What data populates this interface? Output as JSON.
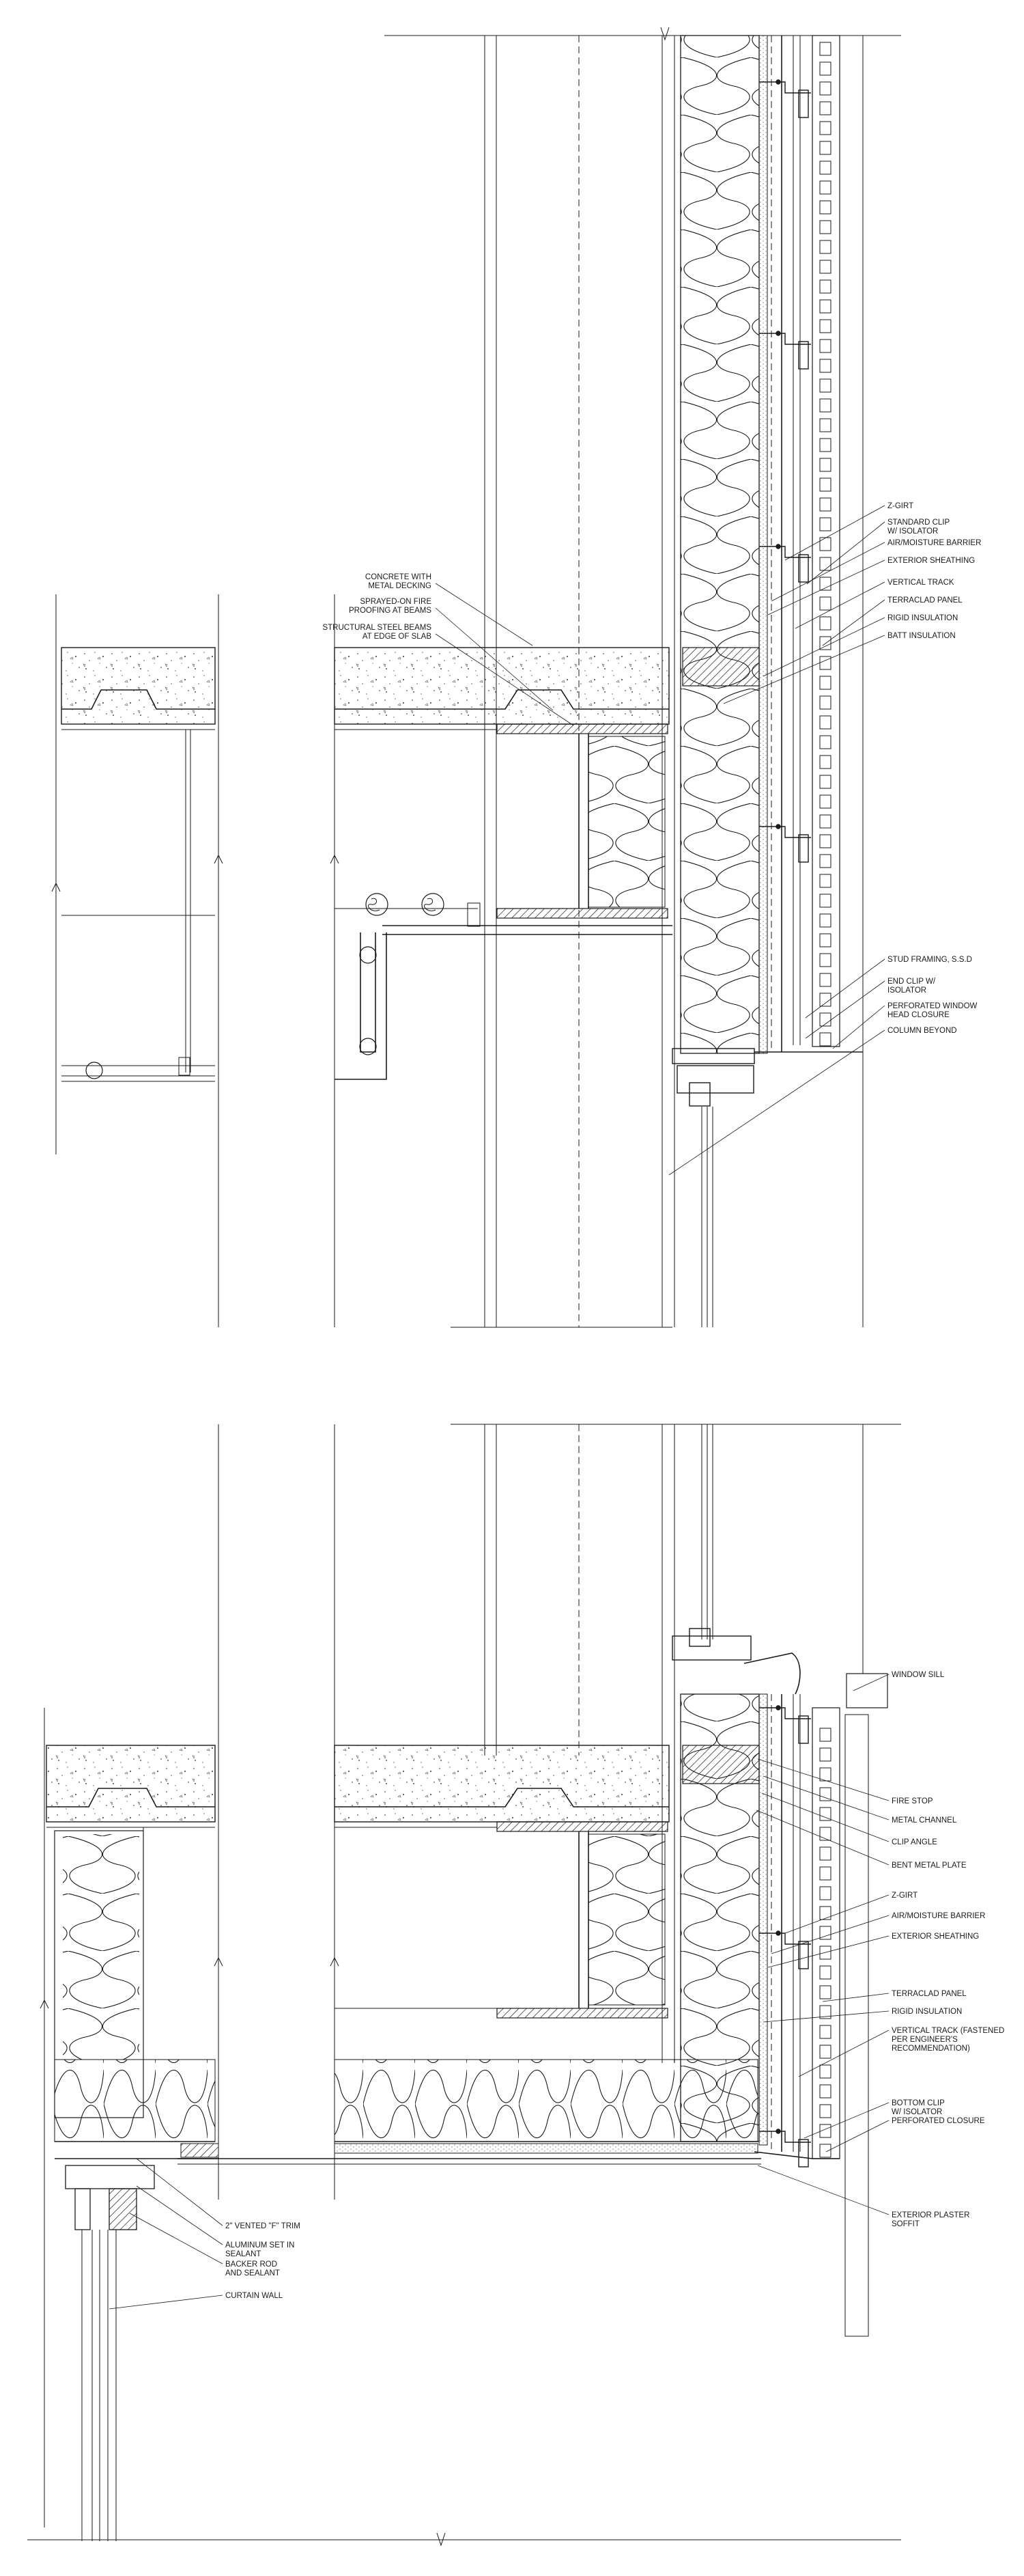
{
  "upper_detail": {
    "left_labels": [
      [
        "CONCRETE WITH",
        "METAL DECKING"
      ],
      [
        "SPRAYED-ON FIRE",
        "PROOFING AT BEAMS"
      ],
      [
        "STRUCTURAL STEEL BEAMS",
        "AT EDGE OF SLAB"
      ]
    ],
    "right_labels": [
      [
        "Z-GIRT"
      ],
      [
        "STANDARD CLIP",
        "W/ ISOLATOR"
      ],
      [
        "AIR/MOISTURE BARRIER"
      ],
      [
        "EXTERIOR SHEATHING"
      ],
      [
        "VERTICAL TRACK"
      ],
      [
        "TERRACLAD PANEL"
      ],
      [
        "RIGID INSULATION"
      ],
      [
        "BATT INSULATION"
      ],
      [
        "STUD FRAMING, S.S.D"
      ],
      [
        "END CLIP W/",
        "ISOLATOR"
      ],
      [
        "PERFORATED WINDOW",
        "HEAD CLOSURE"
      ],
      [
        "COLUMN BEYOND"
      ]
    ]
  },
  "lower_detail": {
    "right_labels": [
      [
        "WINDOW SILL"
      ],
      [
        "FIRE STOP"
      ],
      [
        "METAL CHANNEL"
      ],
      [
        "CLIP ANGLE"
      ],
      [
        "BENT METAL PLATE"
      ],
      [
        "Z-GIRT"
      ],
      [
        "AIR/MOISTURE BARRIER"
      ],
      [
        "EXTERIOR SHEATHING"
      ],
      [
        "TERRACLAD PANEL"
      ],
      [
        "RIGID INSULATION"
      ],
      [
        "VERTICAL TRACK (FASTENED",
        "PER ENGINEER'S",
        "RECOMMENDATION)"
      ],
      [
        "BOTTOM CLIP",
        "W/ ISOLATOR"
      ],
      [
        "PERFORATED CLOSURE"
      ],
      [
        "EXTERIOR PLASTER",
        "SOFFIT"
      ]
    ],
    "left_labels": [
      [
        "2\" VENTED \"F\" TRIM"
      ],
      [
        "ALUMINUM SET IN",
        "SEALANT"
      ],
      [
        "BACKER ROD",
        "AND SEALANT"
      ],
      [
        "CURTAIN WALL"
      ]
    ]
  }
}
